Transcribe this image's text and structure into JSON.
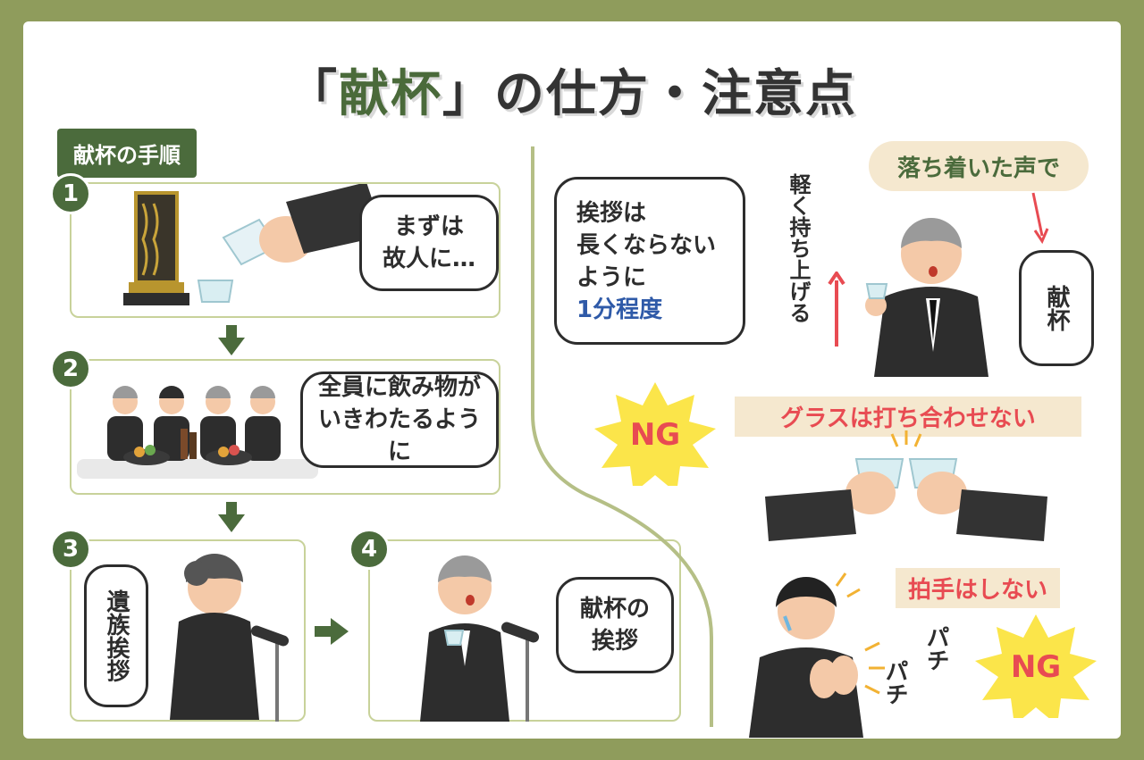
{
  "title": {
    "open": "「",
    "accent": "献杯",
    "close": "」",
    "rest": "の仕方・注意点"
  },
  "steps_tag": "献杯の手順",
  "steps": [
    {
      "num": "1",
      "bubble": "まずは\n故人に…"
    },
    {
      "num": "2",
      "bubble": "全員に飲み物が\nいきわたるように"
    },
    {
      "num": "3",
      "bubble": "遺族挨拶"
    },
    {
      "num": "4",
      "bubble": "献杯の\n挨拶"
    }
  ],
  "tips": {
    "greeting_line1": "挨拶は",
    "greeting_line2": "長くならない",
    "greeting_line3": "ように",
    "greeting_emphasis": "1分程度",
    "lift_label": "軽く持ち上げる",
    "calm_voice": "落ち着いた声で",
    "kenpai_bubble": "献杯",
    "ng_label": "NG",
    "no_clink": "グラスは打ち合わせない",
    "no_clap": "拍手はしない",
    "clap_sound_1": "パチ",
    "clap_sound_2": "パチ"
  },
  "colors": {
    "background": "#8f9c5c",
    "accent_green": "#4b6b3c",
    "panel_border": "#c8d29a",
    "ng_red": "#e84b52",
    "ng_burst": "#fbe54a",
    "highlight_bg": "#f5e8cf",
    "emphasis_blue": "#2f5aa8"
  }
}
